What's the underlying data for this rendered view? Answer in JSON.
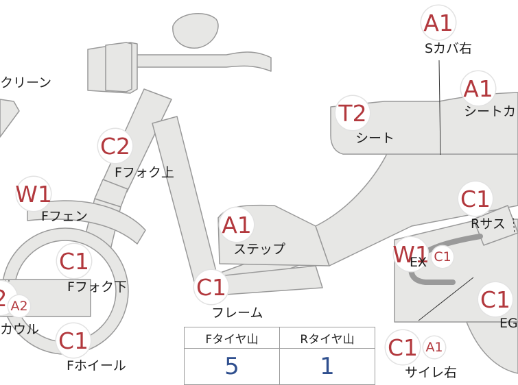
{
  "colors": {
    "part_fill": "#e7e7e5",
    "part_stroke": "#999999",
    "code_text": "#b2383d",
    "value_text": "#2f4f8e"
  },
  "badges": {
    "sc_right": "A1",
    "seat_cover": "A1",
    "seat": "T2",
    "fork_upper": "C2",
    "front_fender": "W1",
    "step": "A1",
    "rear_sus": "C1",
    "fork_lower": "C1",
    "ex_main": "W1",
    "ex_sub": "C1",
    "front_cowl_main": "A2",
    "frame": "C1",
    "eg": "C1",
    "front_wheel": "C1",
    "muffler_main": "C1",
    "muffler_sub": "A1",
    "screen": "2"
  },
  "labels": {
    "sc_right": "Sカバ右",
    "seat_cover": "シートカ",
    "seat": "シート",
    "screen": "クリーン",
    "fork_upper": "Fフォク上",
    "front_fender": "Fフェン",
    "step": "ステップ",
    "rear_sus": "Rサス",
    "fork_lower": "Fフォク下",
    "ex": "EX",
    "front_cowl": "カウル",
    "frame": "フレーム",
    "eg": "EG",
    "front_wheel": "Fホイール",
    "muffler": "サイレ右"
  },
  "tire_table": {
    "headers": [
      "Fタイヤ山",
      "Rタイヤ山"
    ],
    "values": [
      "5",
      "1"
    ]
  }
}
